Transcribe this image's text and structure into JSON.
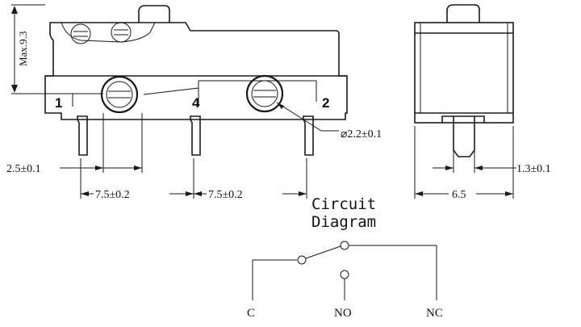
{
  "front_view": {
    "max_height_label": "Max.9.3",
    "terminal_labels": [
      "1",
      "4",
      "2"
    ],
    "hole_diameter_label": "⌀2.2±0.1",
    "pin_offset_label": "2.5±0.1",
    "pin_pitch_labels": [
      "7.5±0.2",
      "7.5±0.2"
    ]
  },
  "side_view": {
    "pin_width_label": "1.3±0.1",
    "body_width_label": "6.5"
  },
  "circuit": {
    "title_line1": "Circuit",
    "title_line2": "Diagram",
    "terminals": [
      "C",
      "NO",
      "NC"
    ]
  }
}
